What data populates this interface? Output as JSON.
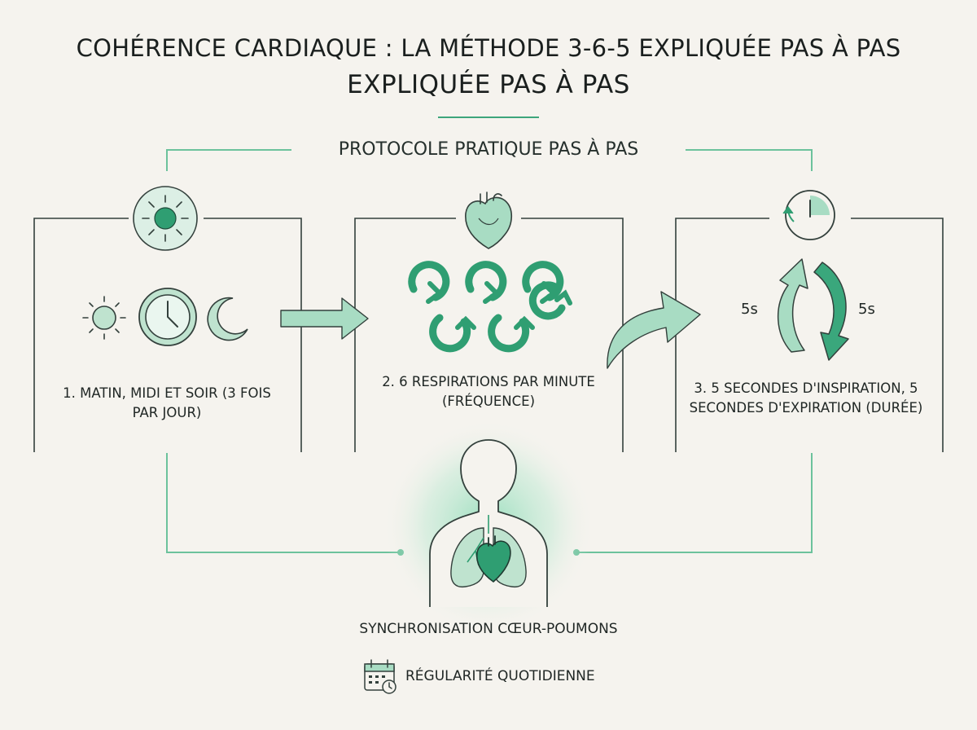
{
  "header": {
    "title_line1": "COHÉRENCE CARDIAQUE : LA MÉTHODE 3-6-5 EXPLIQUÉE PAS À PAS",
    "title_line2": "EXPLIQUÉE PAS À PAS",
    "subtitle": "PROTOCOLE PRATIQUE PAS À PAS"
  },
  "steps": [
    {
      "label": "1. MATIN, MIDI ET SOIR (3 FOIS PAR JOUR)",
      "icons": [
        "sun-icon",
        "clock-icon",
        "moon-icon"
      ]
    },
    {
      "label": "2. 6 RESPIRATIONS PAR MINUTE (FRÉQUENCE)",
      "icons": [
        "heart-icon",
        "breath-cycles-icon"
      ]
    },
    {
      "label": "3. 5 SECONDES D'INSPIRATION, 5 SECONDES D'EXPIRATION (DURÉE)",
      "icons": [
        "timer-icon",
        "cycle-arrows-icon"
      ]
    }
  ],
  "durations": {
    "inhale": "5s",
    "exhale": "5s"
  },
  "footer": {
    "sync_label": "SYNCHRONISATION CŒUR-POUMONS",
    "regularity_label": "RÉGULARITÉ QUOTIDIENNE"
  },
  "colors": {
    "accent": "#2f9e72",
    "accent_light": "#a8dcc3",
    "accent_pale": "#d8efe3",
    "line_dark": "#33403c",
    "background": "#f5f3ee"
  }
}
